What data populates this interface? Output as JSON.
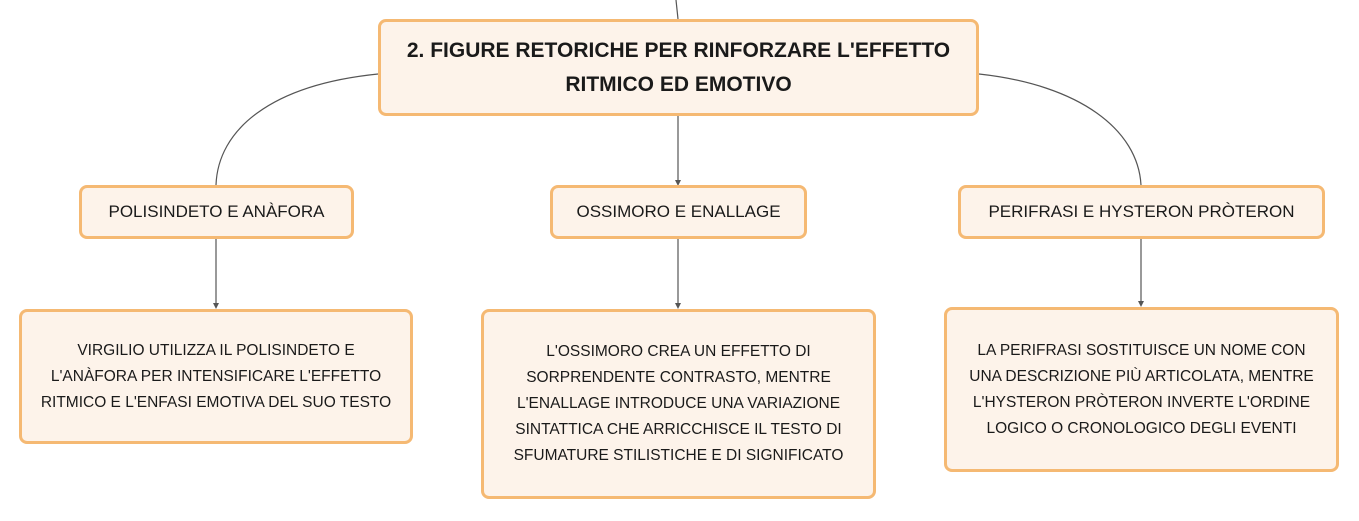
{
  "mindmap": {
    "root": {
      "title": "2. FIGURE RETORICHE PER RINFORZARE L'EFFETTO RITMICO ED EMOTIVO"
    },
    "branches": [
      {
        "topic": "POLISINDETO E ANÀFORA",
        "detail": "VIRGILIO UTILIZZA IL POLISINDETO E L'ANÀFORA PER INTENSIFICARE L'EFFETTO RITMICO E L'ENFASI EMOTIVA DEL SUO TESTO"
      },
      {
        "topic": "OSSIMORO E ENALLAGE",
        "detail": "L'OSSIMORO CREA UN EFFETTO DI SORPRENDENTE CONTRASTO, MENTRE L'ENALLAGE INTRODUCE UNA VARIAZIONE SINTATTICA CHE ARRICCHISCE IL TESTO DI SFUMATURE STILISTICHE E DI SIGNIFICATO"
      },
      {
        "topic": "PERIFRASI E HYSTERON PRÒTERON",
        "detail": "LA PERIFRASI SOSTITUISCE UN NOME CON UNA DESCRIZIONE PIÙ ARTICOLATA, MENTRE L'HYSTERON PRÒTERON INVERTE L'ORDINE LOGICO O CRONOLOGICO DEGLI EVENTI"
      }
    ],
    "colors": {
      "node_fill": "#fdf3ea",
      "node_border": "#f5b973",
      "connector": "#555555",
      "text": "#1a1a1a"
    }
  }
}
